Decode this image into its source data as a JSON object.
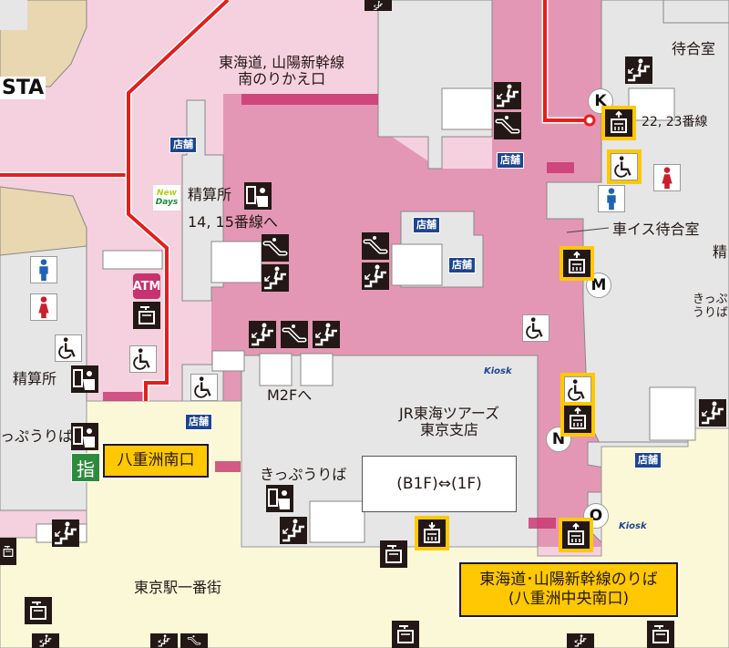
{
  "map": {
    "colors": {
      "concourse_light": "#f5d0de",
      "concourse_main": "#e497b4",
      "facility": "#e6e6e6",
      "outside_building": "#e8d7b0",
      "underground_mall": "#fbf8d8",
      "route_line": "#e51e1e",
      "exit_highlight": "#ffc800",
      "pictogram": "#231815",
      "shop_badge": "#1d4591"
    },
    "partial_sign": "STA",
    "labels": {
      "south_transfer_line1": "東海道, 山陽新幹線",
      "south_transfer_line2": "南のりかえ口",
      "waiting_room": "待合室",
      "tracks_22_23": "22, 23番線",
      "wheelchair_waiting_room": "車イス待合室",
      "fare_adjustment_1": "精算所",
      "tracks_14_15": "14, 15番線へ",
      "ticket_office_right": "きっぷうりば",
      "fare_adjustment_2": "精算所",
      "ticket_office_left": "っぷうりば",
      "to_m2f": "M2Fへ",
      "jr_tours_line1": "JR東海ツアーズ",
      "jr_tours_line2": "東京支店",
      "ticket_office_center": "きっぷうりば",
      "tokyo_ichibangai": "東京駅一番街",
      "right_edge_partial": "精"
    },
    "exits": {
      "yaesu_south": "八重洲南口",
      "shinkansen_line1": "東海道･山陽新幹線のりば",
      "shinkansen_line2": "(八重洲中央南口)"
    },
    "floor_link": "(B1F)⇔(1F)",
    "shop_label": "店舗",
    "kiosk_label": "Kiosk",
    "newdays_label": [
      "New",
      "Days"
    ],
    "atm_label": "ATM",
    "reserved_seat_sign": "指",
    "elevator_markers": [
      "K",
      "M",
      "N",
      "O"
    ]
  }
}
